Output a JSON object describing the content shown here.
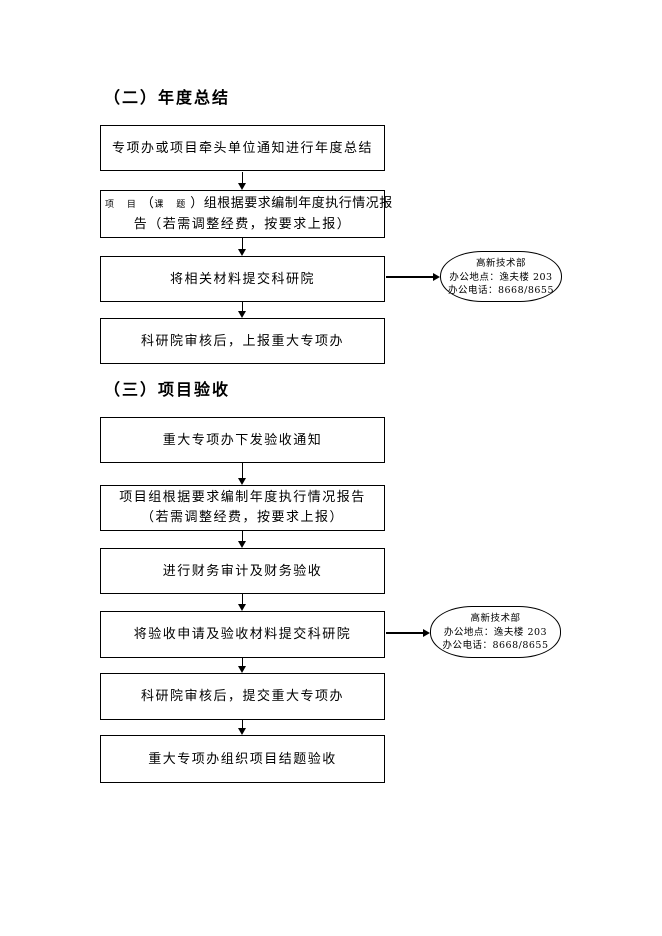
{
  "document": {
    "section_annual_summary": {
      "heading": "（二）年度总结",
      "steps": {
        "step1": "专项办或项目牵头单位通知进行年度总结",
        "step2_small_a": "项 目",
        "step2_paren_open": "（",
        "step2_small_b": "课 题",
        "step2_rest": "）组根据要求编制年度执行情况报",
        "step2_line2": "告（若需调整经费，按要求上报）",
        "step3": "将相关材料提交科研院",
        "step4": "科研院审核后，上报重大专项办"
      },
      "callout": {
        "title": "高新技术部",
        "address": "办公地点：逸夫楼 203",
        "phone": "办公电话：8668/8655"
      }
    },
    "section_project_acceptance": {
      "heading": "（三）项目验收",
      "steps": {
        "step1": "重大专项办下发验收通知",
        "step2_line1": "项目组根据要求编制年度执行情况报告",
        "step2_line2": "（若需调整经费，按要求上报）",
        "step3": "进行财务审计及财务验收",
        "step4": "将验收申请及验收材料提交科研院",
        "step5": "科研院审核后，提交重大专项办",
        "step6": "重大专项办组织项目结题验收"
      },
      "callout": {
        "title": "高新技术部",
        "address": "办公地点：逸夫楼 203",
        "phone": "办公电话：8668/8655"
      }
    }
  }
}
